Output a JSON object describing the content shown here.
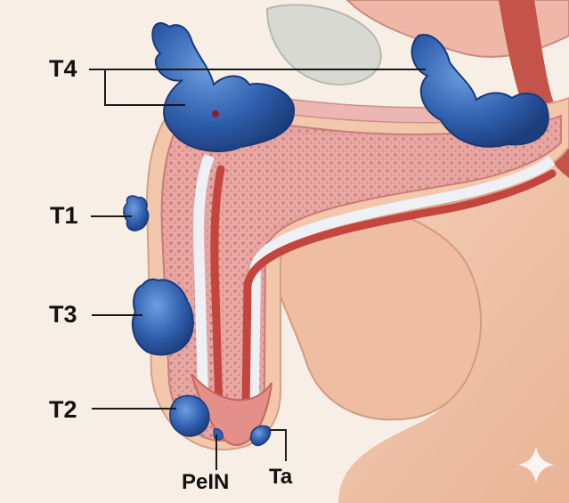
{
  "labels": {
    "t4": "T4",
    "t1": "T1",
    "t3": "T3",
    "t2": "T2",
    "pein": "PeIN",
    "ta": "Ta"
  },
  "colors": {
    "background": "#f7efe6",
    "skin": "#f2c7ab",
    "tissue": "#e8a4a0",
    "urethra": "#c4453e",
    "tumor": "#2f5fae",
    "leader_line": "#1a1a1a"
  },
  "icons": {
    "watermark": "sparkle-icon"
  }
}
